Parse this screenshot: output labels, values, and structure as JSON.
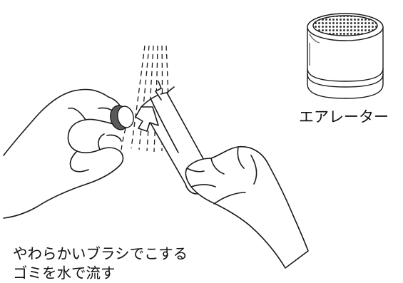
{
  "part_label": "エアレーター",
  "caption": {
    "line1": "やわらかいブラシでこする",
    "line2": "ゴミを水で流す"
  },
  "icons": {
    "aerator": "aerator-icon",
    "water_stream": "water-stream-icon",
    "brush": "brush-icon",
    "left_hand": "left-hand-icon",
    "right_hand": "right-hand-icon"
  },
  "colors": {
    "line": "#1a1a1a",
    "mesh": "#3a3a3a",
    "aerator_shade": "#6e6e6e",
    "background": "#ffffff"
  }
}
